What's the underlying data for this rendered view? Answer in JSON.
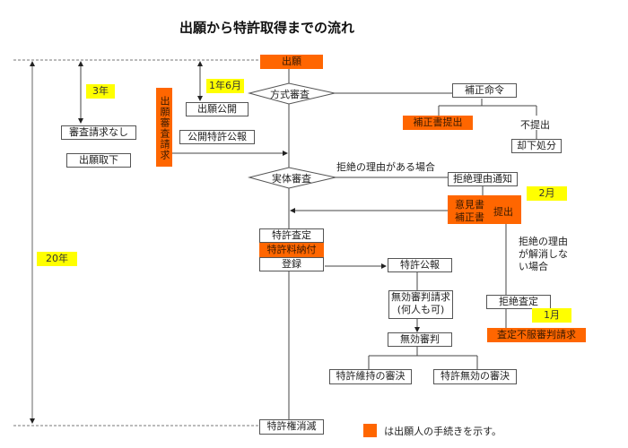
{
  "title": "出願から特許取得までの流れ",
  "nodes": {
    "filing": "出願",
    "formal_exam": "方式審査",
    "amend_order": "補正命令",
    "amend_submit": "補正書提出",
    "no_submit": "不提出",
    "dismissal": "却下処分",
    "publication": "出願公開",
    "exam_request": "出願審査請求",
    "unexamined_gazette": "公開特許公報",
    "no_exam_request": "審査請求なし",
    "withdrawn": "出願取下",
    "substantive_exam": "実体審査",
    "rejection_reason_label": "拒絶の理由がある場合",
    "rejection_notice": "拒絶理由通知",
    "opinion_doc": "意見書",
    "amendment_doc": "補正書",
    "submit": "提出",
    "grant_decision": "特許査定",
    "fee_payment": "特許料納付",
    "registration": "登録",
    "patent_gazette": "特許公報",
    "invalidation_request_line1": "無効審判請求",
    "invalidation_request_line2": "(何人も可)",
    "invalidation_trial": "無効審判",
    "maintain_decision": "特許維持の審決",
    "invalid_decision": "特許無効の審決",
    "unresolved_label": "拒絶の理由\nが解消しな\nい場合",
    "unresolved_line1": "拒絶の理由",
    "unresolved_line2": "が解消しな",
    "unresolved_line3": "い場合",
    "final_rejection": "拒絶査定",
    "appeal_request": "査定不服審判請求",
    "expiry": "特許権消滅"
  },
  "durations": {
    "three_years": "3年",
    "eighteen_months": "1年6月",
    "twenty_years": "20年",
    "two_months": "2月",
    "one_month": "1月"
  },
  "legend": {
    "text": "は出願人の手続きを示す。",
    "color": "#ff6600"
  },
  "colors": {
    "applicant_action": "#ff6600",
    "duration_highlight": "#ffff00"
  }
}
